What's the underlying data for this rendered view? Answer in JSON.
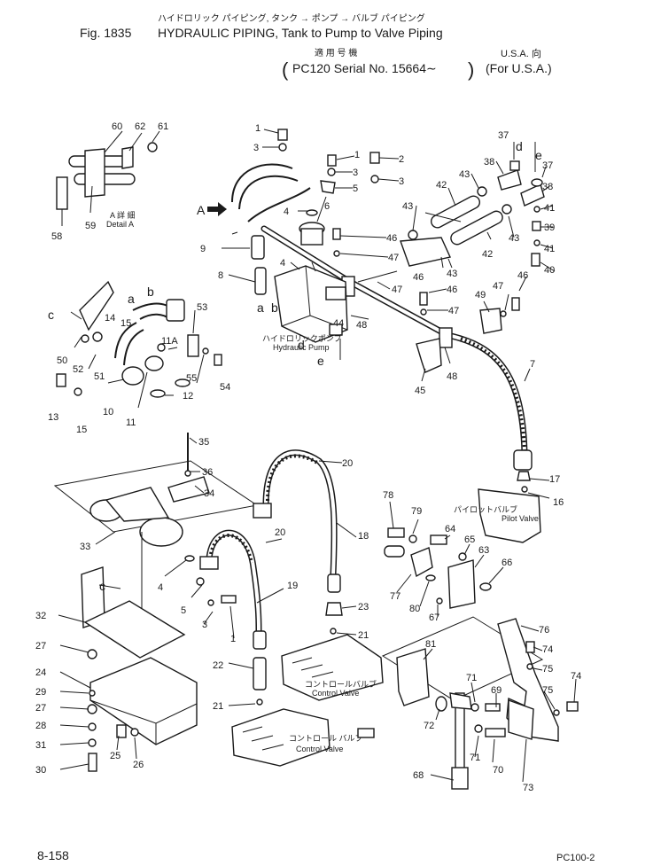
{
  "header": {
    "jp_title": "ハイドロリック パイピング, タンク → ポンプ → バルブ パイピング",
    "fig_label": "Fig. 1835",
    "title": "HYDRAULIC PIPING, Tank to Pump to Valve Piping",
    "serial_jp": "適 用 号 機",
    "serial_open": "(",
    "serial": "PC120 Serial No. 15664∼",
    "serial_close": ")",
    "region_jp": "U.S.A. 向",
    "region": "(For U.S.A.)"
  },
  "detail": {
    "jp": "A 詳 細",
    "en": "Detail A"
  },
  "component_labels": {
    "pump_jp": "ハイドロリックポンプ",
    "pump_en": "Hydraulic Pump",
    "pilot_jp": "パイロットバルブ",
    "pilot_en": "Pilot Valve",
    "control1_jp": "コントロールバルブ",
    "control1_en": "Control Valve",
    "control2_jp": "コントロール バルブ",
    "control2_en": "Control Valve"
  },
  "view_marker": "A",
  "callouts": {
    "c1": "1",
    "c2": "2",
    "c3": "3",
    "c4": "4",
    "c5": "5",
    "c6": "6",
    "c7": "7",
    "c8": "8",
    "c9": "9",
    "c10": "10",
    "c11": "11",
    "c11a": "11A",
    "c12": "12",
    "c13": "13",
    "c14": "14",
    "c15": "15",
    "c16": "16",
    "c17": "17",
    "c18": "18",
    "c19": "19",
    "c20": "20",
    "c21": "21",
    "c22": "22",
    "c23": "23",
    "c24": "24",
    "c25": "25",
    "c26": "26",
    "c27": "27",
    "c28": "28",
    "c29": "29",
    "c30": "30",
    "c31": "31",
    "c32": "32",
    "c33": "33",
    "c34": "34",
    "c35": "35",
    "c36": "36",
    "c37": "37",
    "c38": "38",
    "c39": "39",
    "c40": "40",
    "c41": "41",
    "c42": "42",
    "c43": "43",
    "c44": "44",
    "c45": "45",
    "c46": "46",
    "c47": "47",
    "c48": "48",
    "c49": "49",
    "c50": "50",
    "c51": "51",
    "c52": "52",
    "c53": "53",
    "c54": "54",
    "c55": "55",
    "c58": "58",
    "c59": "59",
    "c60": "60",
    "c61": "61",
    "c62": "62",
    "c63": "63",
    "c64": "64",
    "c65": "65",
    "c66": "66",
    "c67": "67",
    "c68": "68",
    "c69": "69",
    "c70": "70",
    "c71": "71",
    "c72": "72",
    "c73": "73",
    "c74": "74",
    "c75": "75",
    "c76": "76",
    "c77": "77",
    "c78": "78",
    "c79": "79",
    "c80": "80",
    "c81": "81"
  },
  "letters": {
    "a": "a",
    "b": "b",
    "c": "c",
    "d": "d",
    "e": "e"
  },
  "footer": {
    "page": "8-158",
    "model": "PC100-2"
  }
}
